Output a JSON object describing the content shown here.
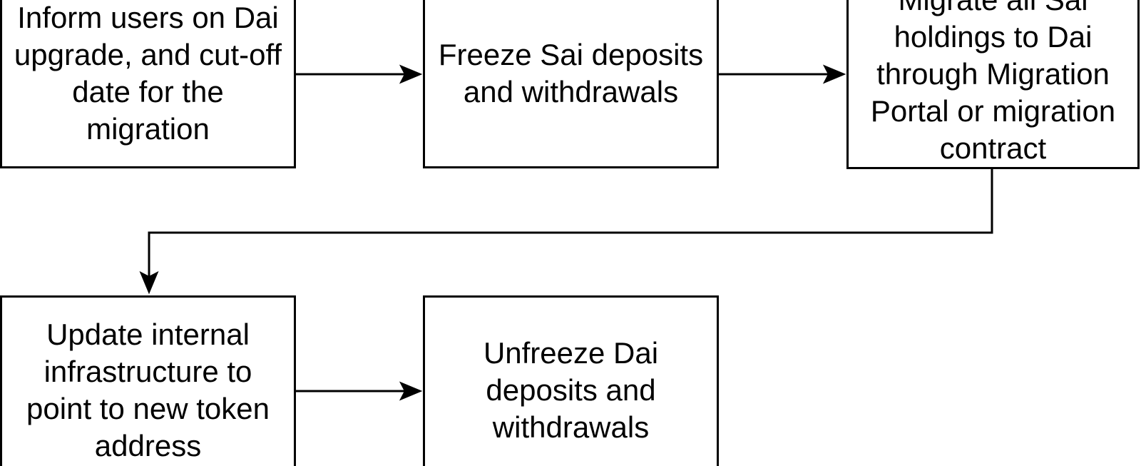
{
  "diagram": {
    "colors": {
      "stroke": "#000000",
      "text": "#000000",
      "background": "#ffffff",
      "node_fill": "#ffffff"
    },
    "nodes": [
      {
        "id": "inform-users",
        "label": "Inform users on Dai\nupgrade, and cut-off\ndate for the\nmigration"
      },
      {
        "id": "freeze-sai",
        "label": "Freeze Sai deposits\nand withdrawals"
      },
      {
        "id": "migrate-sai",
        "label": "Migrate all Sai\nholdings to Dai\nthrough Migration\nPortal or migration\ncontract"
      },
      {
        "id": "update-infra",
        "label": "Update internal\ninfrastructure to\npoint to new token\naddress"
      },
      {
        "id": "unfreeze-dai",
        "label": "Unfreeze Dai\ndeposits and\nwithdrawals"
      }
    ],
    "edges": [
      {
        "from": "inform-users",
        "to": "freeze-sai"
      },
      {
        "from": "freeze-sai",
        "to": "migrate-sai"
      },
      {
        "from": "migrate-sai",
        "to": "update-infra"
      },
      {
        "from": "update-infra",
        "to": "unfreeze-dai"
      }
    ]
  }
}
